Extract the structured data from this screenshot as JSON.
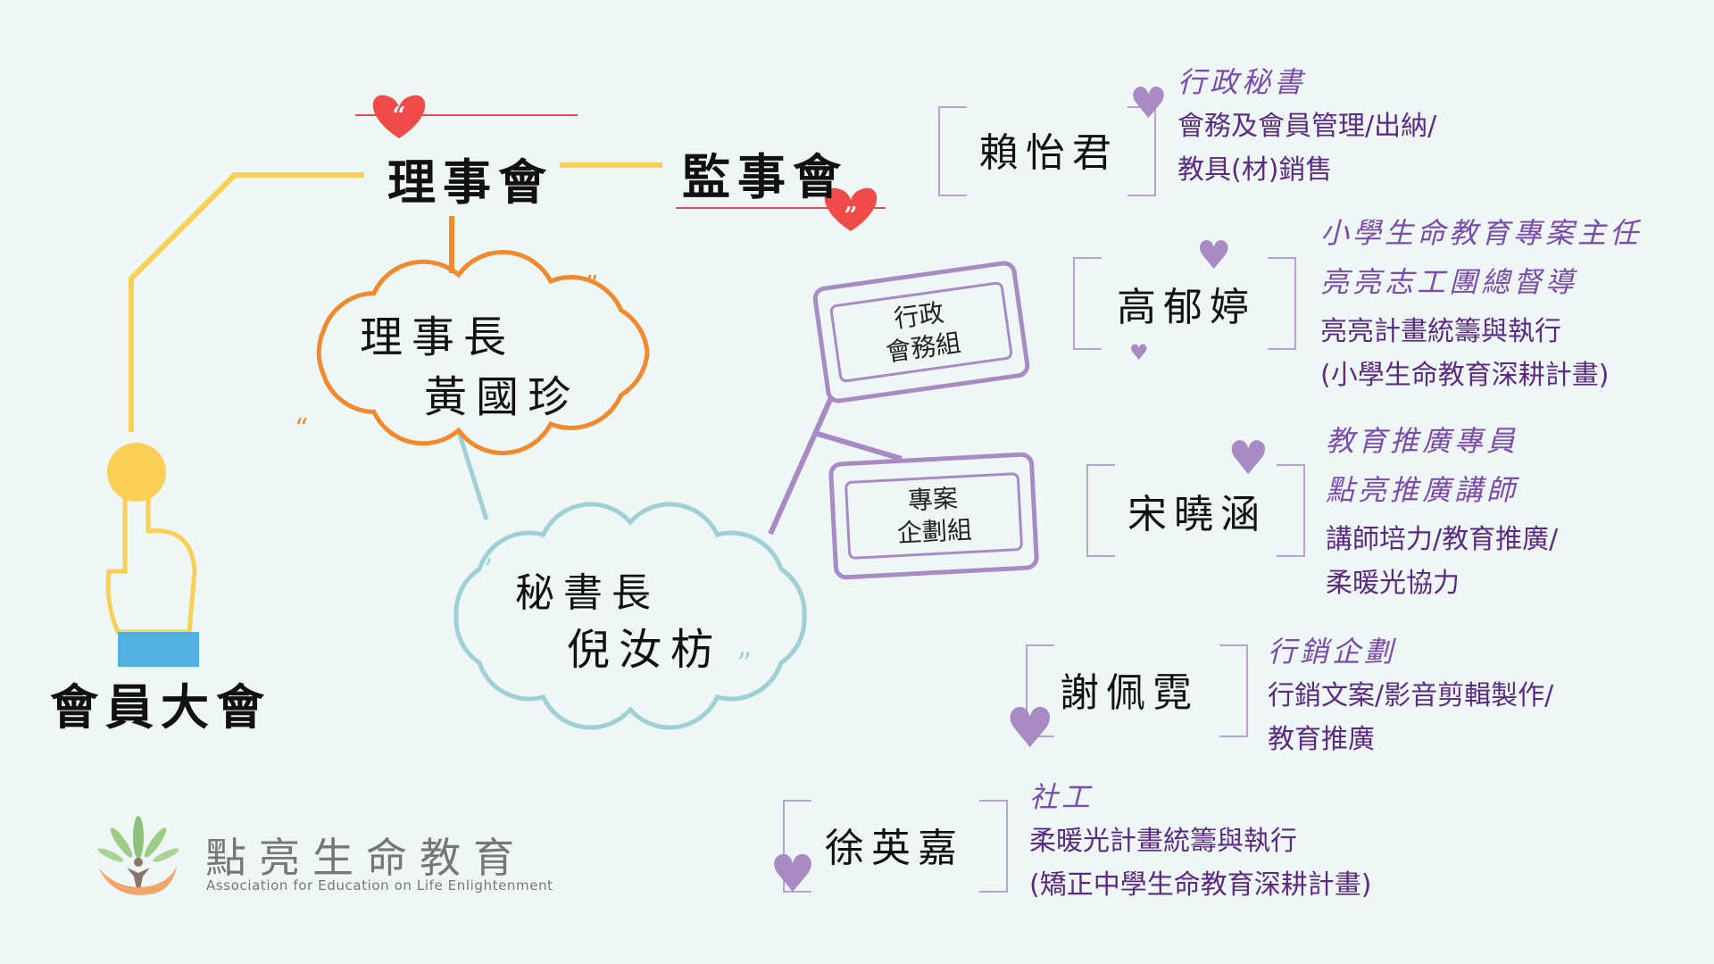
{
  "board": {
    "title": "理事會"
  },
  "supervisors": {
    "title": "監事會"
  },
  "general_assembly": {
    "title": "會員大會"
  },
  "chairman": {
    "role": "理事長",
    "name": "黃國珍"
  },
  "secretary_general": {
    "role": "秘書長",
    "name": "倪汝枋"
  },
  "groups": [
    {
      "line1": "行政",
      "line2": "會務組"
    },
    {
      "line1": "專案",
      "line2": "企劃組"
    }
  ],
  "staff": [
    {
      "name": "賴怡君",
      "titles": [
        "行政秘書"
      ],
      "duties": [
        "會務及會員管理/出納/",
        "教具(材)銷售"
      ]
    },
    {
      "name": "高郁婷",
      "titles": [
        "小學生命教育專案主任",
        "亮亮志工團總督導"
      ],
      "duties": [
        "亮亮計畫統籌與執行",
        "(小學生命教育深耕計畫)"
      ]
    },
    {
      "name": "宋曉涵",
      "titles": [
        "教育推廣專員",
        "點亮推廣講師"
      ],
      "duties": [
        "講師培力/教育推廣/",
        "柔暖光協力"
      ]
    },
    {
      "name": "謝佩霓",
      "titles": [
        "行銷企劃"
      ],
      "duties": [
        "行銷文案/影音剪輯製作/",
        "教育推廣"
      ]
    },
    {
      "name": "徐英嘉",
      "titles": [
        "社工"
      ],
      "duties": [
        "柔暖光計畫統籌與執行",
        "(矯正中學生命教育深耕計畫)"
      ]
    }
  ],
  "logo": {
    "name_zh": "點亮生命教育",
    "name_en": "Association for Education on Life Enlightenment"
  },
  "colors": {
    "background": "#eff7f6",
    "yellow": "#f9cf55",
    "orange": "#f08a2c",
    "teal": "#9fd0d4",
    "purple": "#a88bc4",
    "red": "#ef4b4b",
    "text_purple": "#5b2a86",
    "blue": "#52b0e0"
  }
}
